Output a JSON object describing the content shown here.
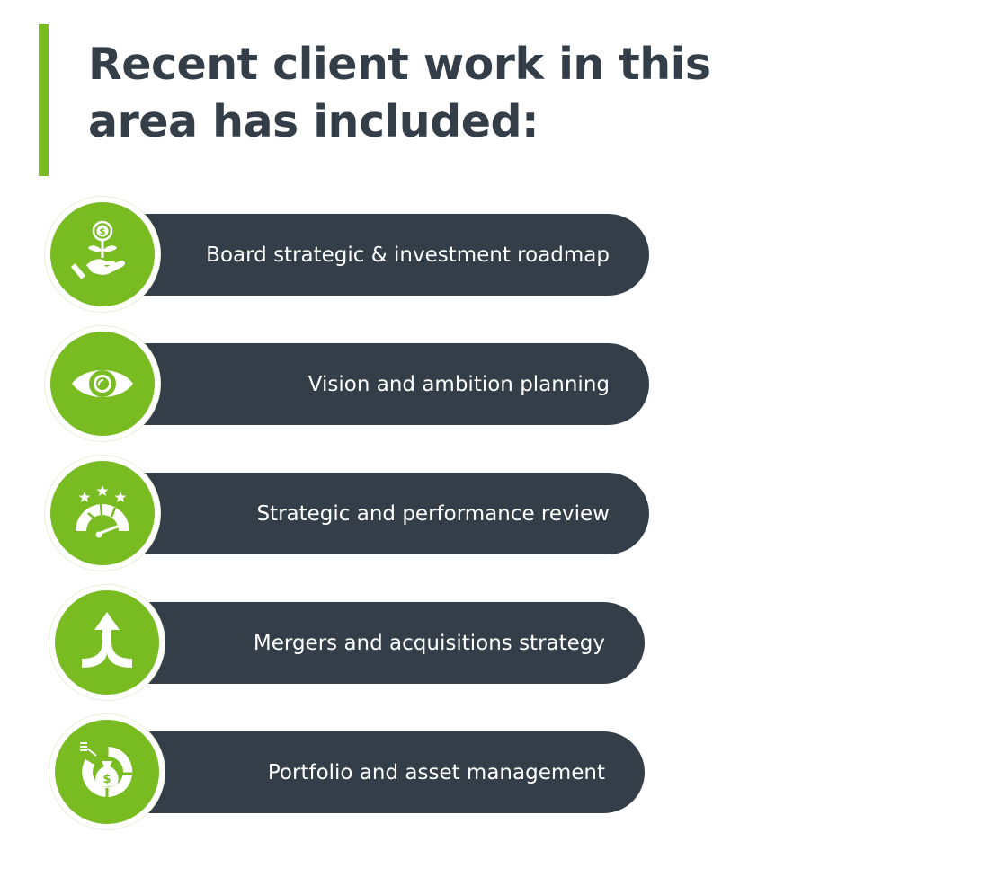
{
  "header": {
    "title_line1": "Recent client work in this",
    "title_line2": "area has included:"
  },
  "colors": {
    "accent": "#78bc22",
    "pill": "#333e48",
    "title": "#333e48"
  },
  "items": [
    {
      "label": "Board strategic & investment roadmap",
      "icon": "money-plant-hand-icon"
    },
    {
      "label": "Vision and ambition planning",
      "icon": "eye-icon"
    },
    {
      "label": "Strategic and performance review",
      "icon": "performance-gauge-stars-icon"
    },
    {
      "label": "Mergers and acquisitions strategy",
      "icon": "merge-arrow-icon"
    },
    {
      "label": "Portfolio and asset management",
      "icon": "money-bag-pie-chart-icon"
    }
  ]
}
